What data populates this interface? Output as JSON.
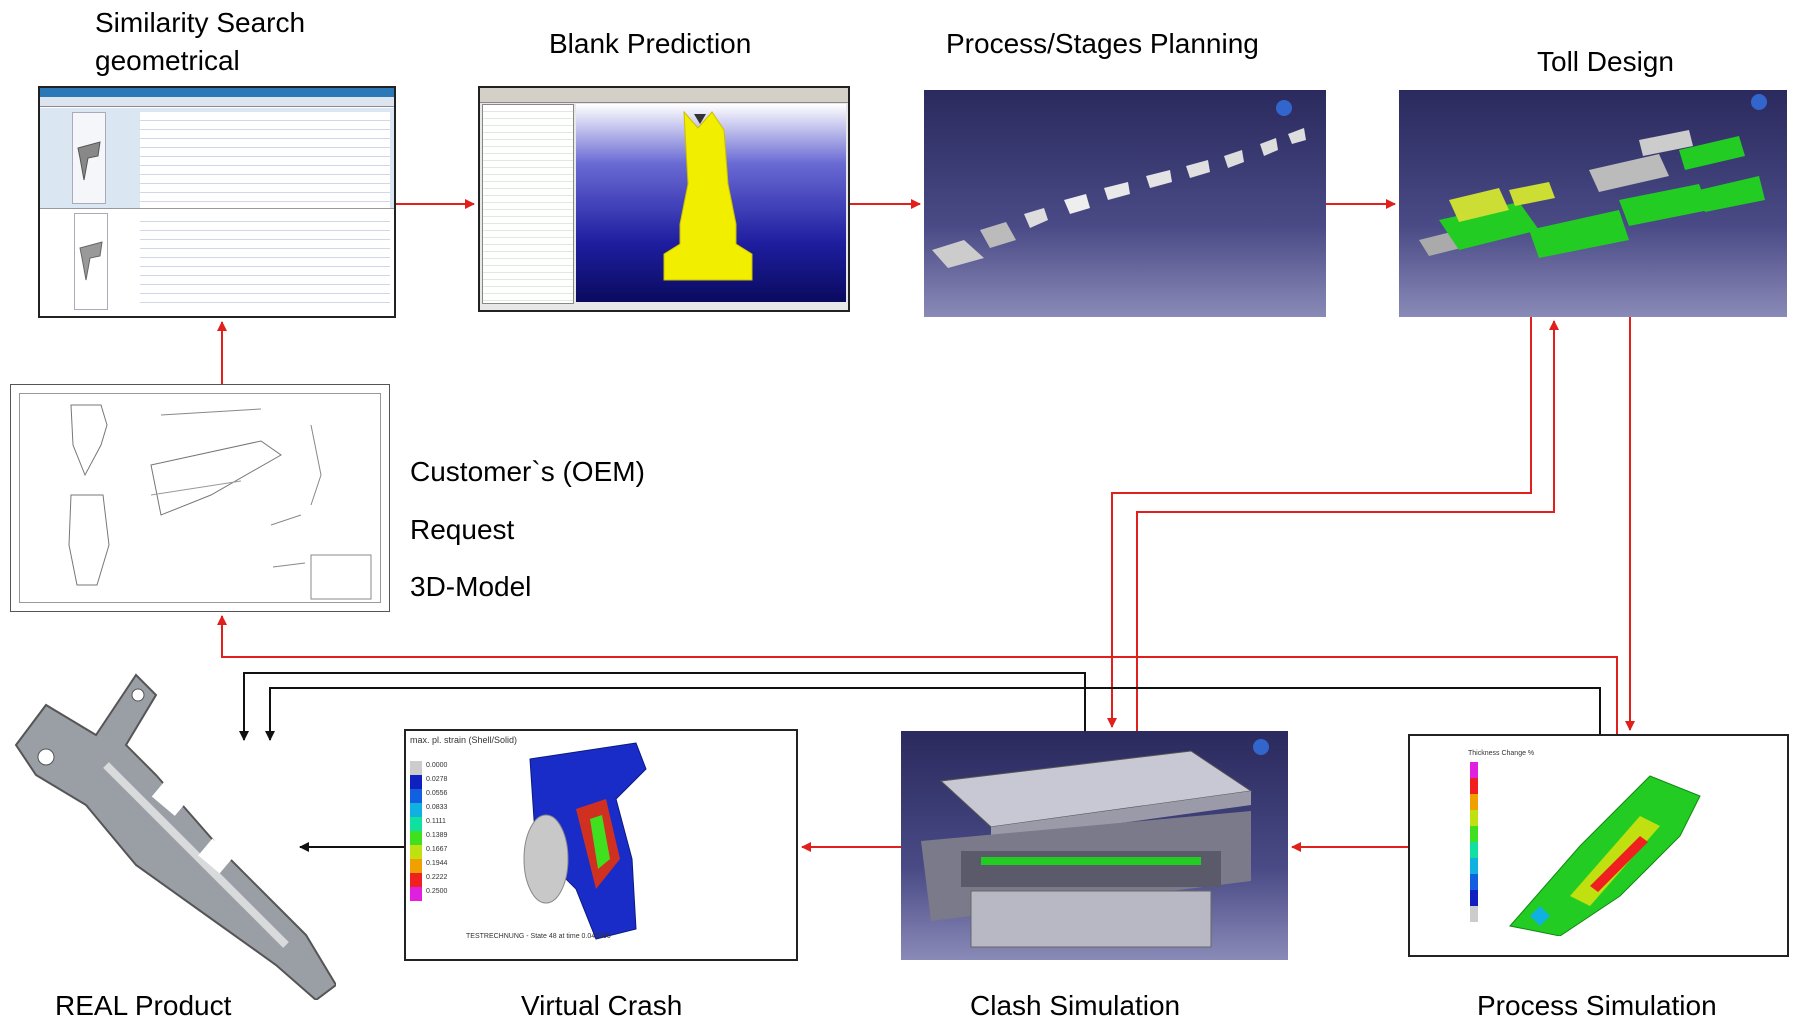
{
  "labels": {
    "similarity": "Similarity Search",
    "similarity2": "geometrical",
    "blank": "Blank Prediction",
    "process_planning": "Process/Stages Planning",
    "tool_design": "Toll Design",
    "customer1": "Customer`s (OEM)",
    "customer2": "Request",
    "customer3": " 3D-Model",
    "real": "REAL Product",
    "crash": "Virtual Crash",
    "clash": "Clash Simulation",
    "process_sim": "Process Simulation"
  },
  "colors": {
    "flow_red": "#e0201c",
    "flow_black": "#111111",
    "part_yellow": "#f2ee00",
    "tool_green": "#22cc22"
  },
  "crash_caption": "TESTRECHNUNG - State 48 at time 0.047500",
  "crash_legend_title": "max. pl. strain (Shell/Solid)",
  "crash_legend": [
    "0.0000",
    "0.0278",
    "0.0556",
    "0.0833",
    "0.1111",
    "0.1389",
    "0.1667",
    "0.1944",
    "0.2222",
    "0.2500"
  ],
  "process_legend_title": "Thickness Change %"
}
